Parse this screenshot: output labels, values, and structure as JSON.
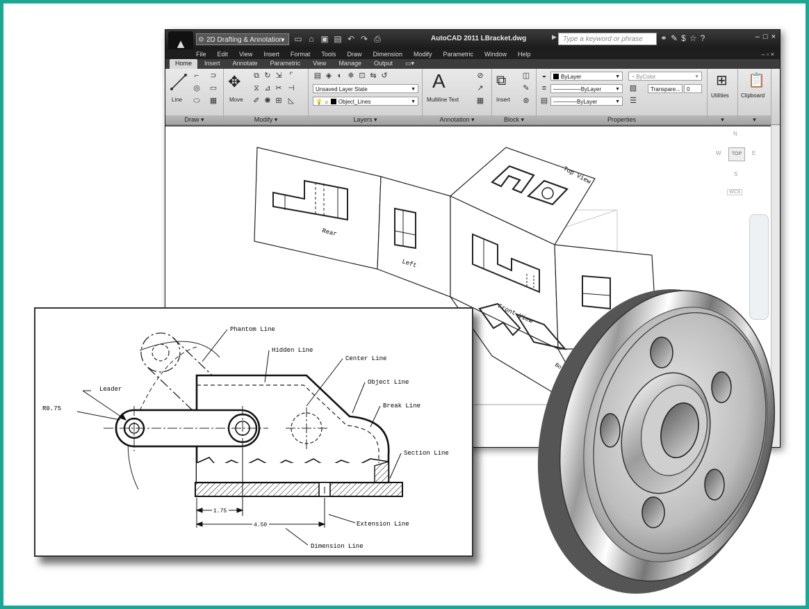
{
  "colors": {
    "frame_border": "#1aa895",
    "ribbon_bg": "#dcdcdc",
    "titlebar_bg": "#2a2a2a"
  },
  "window": {
    "title": "AutoCAD 2011   LBracket.dwg",
    "workspace": "2D Drafting & Annotation",
    "search_placeholder": "Type a keyword or phrase"
  },
  "menu": [
    "File",
    "Edit",
    "View",
    "Insert",
    "Format",
    "Tools",
    "Draw",
    "Dimension",
    "Modify",
    "Parametric",
    "Window",
    "Help"
  ],
  "tabs": [
    "Home",
    "Insert",
    "Annotate",
    "Parametric",
    "View",
    "Manage",
    "Output"
  ],
  "ribbon": {
    "draw": {
      "line_label": "Line",
      "footer": "Draw"
    },
    "modify": {
      "move_label": "Move",
      "footer": "Modify"
    },
    "layers": {
      "layer_state": "Unsaved Layer State",
      "current_layer": "Object_Lines",
      "footer": "Layers"
    },
    "annotation": {
      "multiline_text": "Multiline Text",
      "footer": "Annotation"
    },
    "block": {
      "insert_label": "Insert",
      "footer": "Block"
    },
    "properties": {
      "color": "ByLayer",
      "linetype": "ByLayer",
      "lineweight": "ByLayer",
      "plot_style": "ByColor",
      "transparency_label": "Transpare...",
      "transparency_value": "0",
      "footer": "Properties"
    },
    "utilities": {
      "label": "Utilities"
    },
    "clipboard": {
      "label": "Clipboard"
    }
  },
  "viewcube": {
    "n": "N",
    "s": "S",
    "e": "E",
    "w": "W",
    "top": "TOP",
    "wcs": "WCS"
  },
  "views": {
    "top": "Top View",
    "rear": "Rear",
    "left": "Left",
    "front": "Front View",
    "bottom": "Bottom"
  },
  "drawing_labels": {
    "phantom": "Phantom Line",
    "hidden": "Hidden Line",
    "center": "Center Line",
    "object": "Object Line",
    "leader": "Leader",
    "radius": "R0.75",
    "break": "Break Line",
    "section": "Section Line",
    "extension": "Extension Line",
    "dimension": "Dimension Line",
    "dim_175": "1.75",
    "dim_450": "4.50"
  }
}
